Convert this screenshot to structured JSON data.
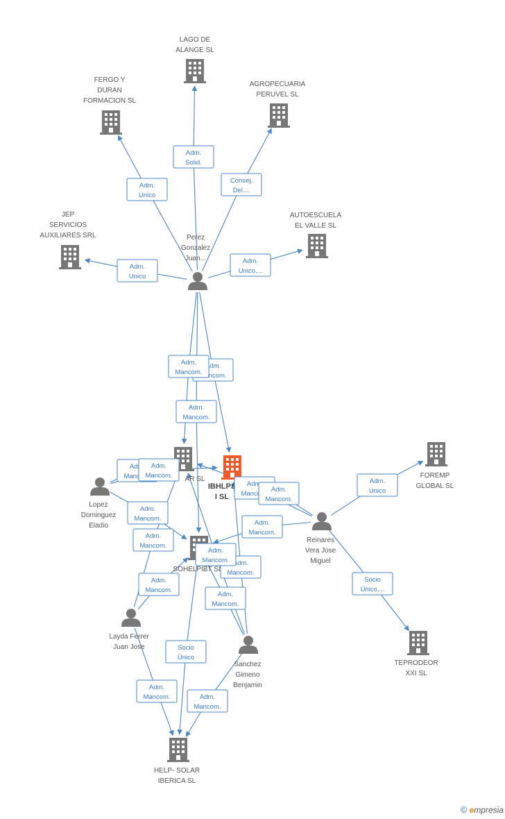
{
  "nodes": [
    {
      "id": "lago",
      "type": "company",
      "lines": [
        "LAGO DE",
        "ALANGE SL"
      ]
    },
    {
      "id": "fergo",
      "type": "company",
      "lines": [
        "FERGO Y",
        "DURAN",
        "FORMACION SL"
      ]
    },
    {
      "id": "agro",
      "type": "company",
      "lines": [
        "AGROPECUARIA",
        "PERUVEL SL"
      ]
    },
    {
      "id": "jep",
      "type": "company",
      "lines": [
        "JEP",
        "SERVICIOS",
        "AUXILIARES SRL"
      ]
    },
    {
      "id": "autoescuela",
      "type": "company",
      "lines": [
        "AUTOESCUELA",
        "EL VALLE SL"
      ]
    },
    {
      "id": "perez",
      "type": "person",
      "lines": [
        "Perez",
        "Gonzalez",
        "Juan..."
      ]
    },
    {
      "id": "ibhlps",
      "type": "company",
      "focus": true,
      "lines": [
        "IBHLPS",
        "I SL"
      ]
    },
    {
      "id": "ar",
      "type": "company",
      "lines": [
        "AR  SL"
      ]
    },
    {
      "id": "foremp",
      "type": "company",
      "lines": [
        "FOREMP",
        "GLOBAL SL"
      ]
    },
    {
      "id": "lopez",
      "type": "person",
      "lines": [
        "Lopez",
        "Dominguez",
        "Eladio"
      ]
    },
    {
      "id": "reinares",
      "type": "person",
      "lines": [
        "Reinares",
        "Vera Jose",
        "Miguel"
      ]
    },
    {
      "id": "sohel",
      "type": "company",
      "lines": [
        "SOHELPIBT SL"
      ]
    },
    {
      "id": "layda",
      "type": "person",
      "lines": [
        "Layda Ferrer",
        "Juan Jose"
      ]
    },
    {
      "id": "sanchez",
      "type": "person",
      "lines": [
        "Sanchez",
        "Gimeno",
        "Benjamin"
      ]
    },
    {
      "id": "teprodeor",
      "type": "company",
      "lines": [
        "TEPRODEOR",
        "XXI SL"
      ]
    },
    {
      "id": "help",
      "type": "company",
      "lines": [
        "HELP- SOLAR",
        "IBERICA SL"
      ]
    }
  ],
  "relations": [
    {
      "from": "perez",
      "to": "lago",
      "lines": [
        "Adm.",
        "Solid."
      ]
    },
    {
      "from": "perez",
      "to": "fergo",
      "lines": [
        "Adm.",
        "Unico"
      ]
    },
    {
      "from": "perez",
      "to": "agro",
      "lines": [
        "Consej.",
        "Del...."
      ]
    },
    {
      "from": "perez",
      "to": "jep",
      "lines": [
        "Adm.",
        "Unico"
      ]
    },
    {
      "from": "perez",
      "to": "autoescuela",
      "lines": [
        "Adm.",
        "Unico,..."
      ]
    },
    {
      "from": "perez",
      "to": "ibhlps",
      "lines": [
        "Adm.",
        "Mancom."
      ]
    },
    {
      "from": "perez",
      "to": "ar",
      "lines": [
        "Adm.",
        "Mancom."
      ]
    },
    {
      "from": "perez",
      "to": "sohel",
      "lines": [
        "Adm.",
        "Mancom."
      ]
    },
    {
      "from": "lopez",
      "to": "ar",
      "lines": [
        "Adm.",
        "Mancom."
      ]
    },
    {
      "from": "lopez",
      "to": "ibhlps",
      "lines": [
        "Adm.",
        "Mancom."
      ]
    },
    {
      "from": "lopez",
      "to": "sohel",
      "lines": [
        "Adm.",
        "Mancom."
      ]
    },
    {
      "from": "reinares",
      "to": "ibhlps",
      "lines": [
        "Adm.",
        "Mancom."
      ]
    },
    {
      "from": "reinares",
      "to": "ar",
      "lines": [
        "Adm.",
        "Mancom."
      ]
    },
    {
      "from": "reinares",
      "to": "sohel",
      "lines": [
        "Adm.",
        "Mancom."
      ]
    },
    {
      "from": "reinares",
      "to": "foremp",
      "lines": [
        "Adm.",
        "Unico"
      ]
    },
    {
      "from": "reinares",
      "to": "teprodeor",
      "lines": [
        "Socio",
        "Único,..."
      ]
    },
    {
      "from": "layda",
      "to": "ar",
      "lines": [
        "Adm.",
        "Mancom."
      ]
    },
    {
      "from": "layda",
      "to": "sohel",
      "lines": [
        "Adm.",
        "Mancom."
      ]
    },
    {
      "from": "layda",
      "to": "help",
      "lines": [
        "Adm.",
        "Mancom."
      ]
    },
    {
      "from": "sanchez",
      "to": "ibhlps",
      "lines": [
        "Adm.",
        "Mancom."
      ]
    },
    {
      "from": "sanchez",
      "to": "sohel",
      "lines": [
        "Adm.",
        "Mancom."
      ]
    },
    {
      "from": "sanchez",
      "to": "help",
      "lines": [
        "Adm.",
        "Mancom."
      ]
    },
    {
      "from": "sohel",
      "to": "help",
      "lines": [
        "Socio",
        "Único"
      ]
    },
    {
      "from": "sanchez",
      "to": "ar",
      "lines": [
        "Adm.",
        "Mancom."
      ]
    }
  ],
  "colors": {
    "edge": "#4a86c8",
    "company": "#777777",
    "focus": "#f05a28",
    "person": "#777777"
  },
  "footer": {
    "copyright": "©",
    "brand_initial": "e",
    "brand_rest": "mpresia"
  }
}
